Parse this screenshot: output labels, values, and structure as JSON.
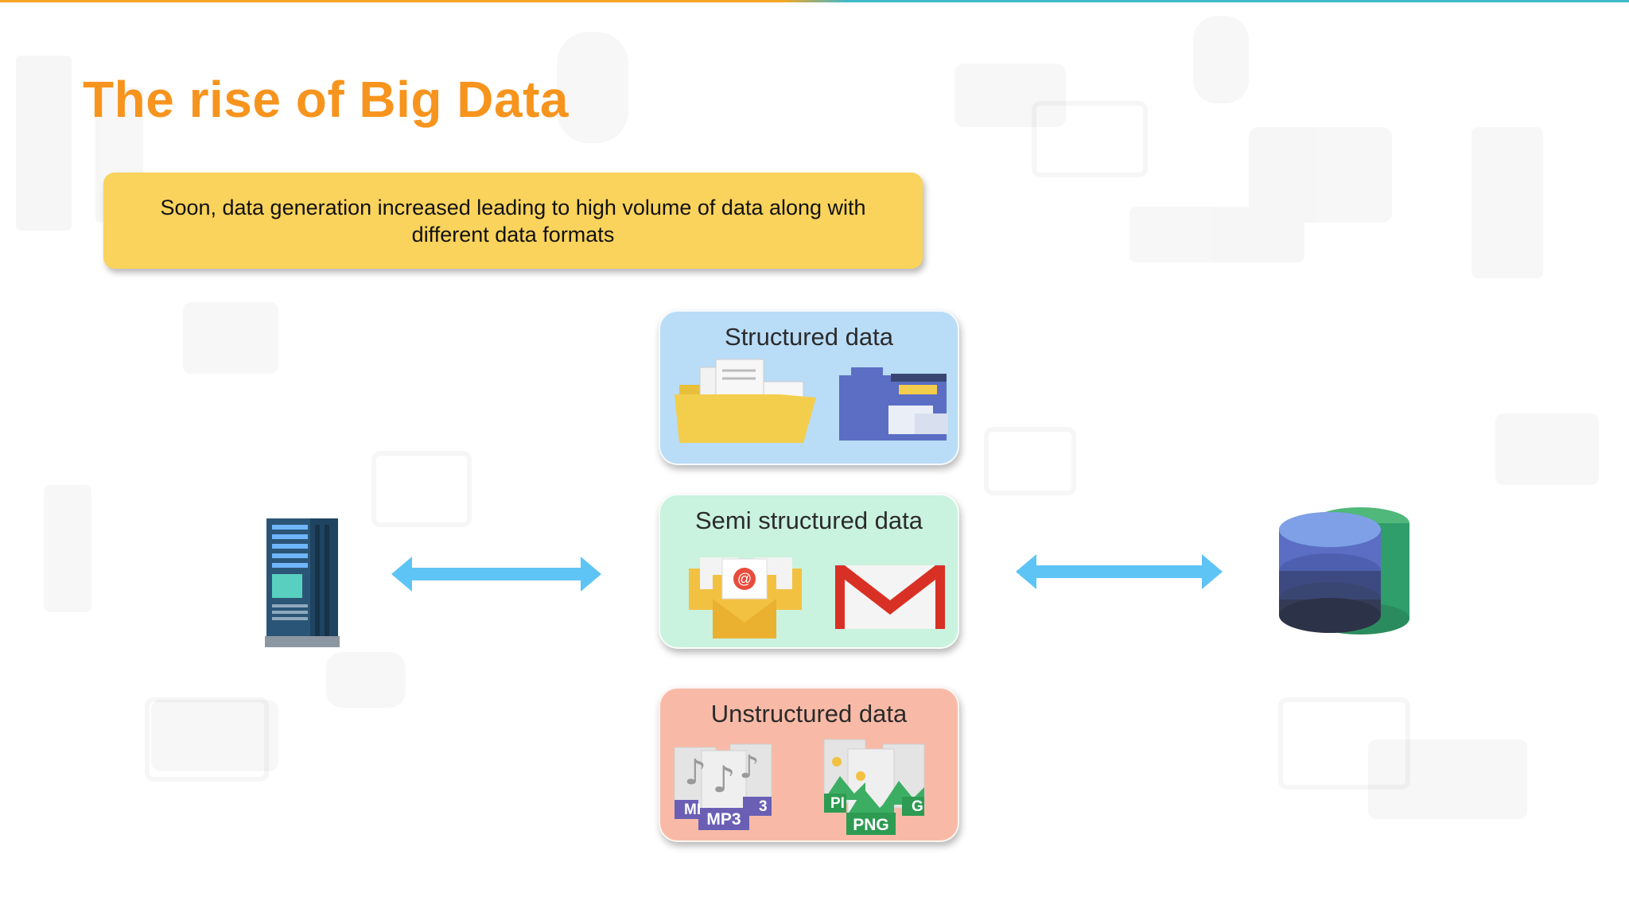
{
  "slide": {
    "title": "The rise of Big Data",
    "banner_text": "Soon, data generation increased leading to high volume of data along with different data formats"
  },
  "data_types": [
    {
      "label": "Structured data",
      "icons": [
        "folder-documents-icon",
        "folder-files-icon"
      ]
    },
    {
      "label": "Semi structured data",
      "icons": [
        "email-envelopes-icon",
        "gmail-icon"
      ]
    },
    {
      "label": "Unstructured data",
      "icons": [
        "mp3-files-icon",
        "png-files-icon"
      ],
      "file_labels": {
        "mp3": "MP3",
        "mp3_back_left": "MI",
        "mp3_back_right": "3",
        "png": "PNG",
        "png_back_left": "PI",
        "png_back_right": "G"
      }
    }
  ],
  "icons": {
    "source": "server-rack-icon",
    "destination": "database-icon",
    "left_arrow": "double-arrow-icon",
    "right_arrow": "double-arrow-icon"
  },
  "colors": {
    "title": "#f7941d",
    "banner": "#fad35c",
    "structured_card": "#b9dcf7",
    "semi_structured_card": "#c9f2df",
    "unstructured_card": "#f8baa6",
    "arrow": "#5ec4f5"
  }
}
